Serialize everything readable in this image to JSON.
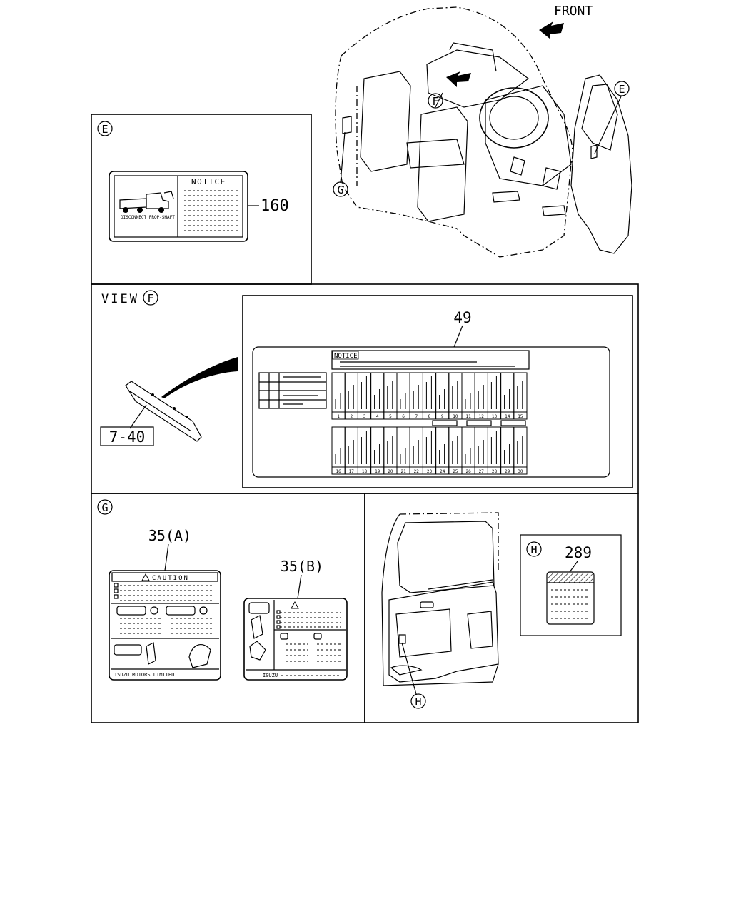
{
  "header": {
    "direction_label": "FRONT"
  },
  "callouts": {
    "E": "E",
    "F": "F",
    "G": "G",
    "H": "H"
  },
  "panel_e": {
    "view_letter": "E",
    "label_heading": "NOTICE",
    "label_caption": "DISCONNECT PROP-SHAFT",
    "part_number": "160"
  },
  "panel_f": {
    "view_word": "VIEW",
    "view_letter": "F",
    "panel_part": "7-40",
    "label_part": "49",
    "label_heading": "NOTICE",
    "fuse_numbers_row1": [
      "1",
      "2",
      "3",
      "4",
      "5",
      "6",
      "7",
      "8",
      "9",
      "10",
      "11",
      "12",
      "13",
      "14",
      "15"
    ],
    "fuse_numbers_row2": [
      "16",
      "17",
      "18",
      "19",
      "20",
      "21",
      "22",
      "23",
      "24",
      "25",
      "26",
      "27",
      "28",
      "29",
      "30"
    ]
  },
  "panel_g": {
    "view_letter": "G",
    "label_a_part": "35(A)",
    "label_a_heading": "CAUTION",
    "label_a_footer": "ISUZU MOTORS LIMITED",
    "label_b_part": "35(B)",
    "label_b_footer": "ISUZU"
  },
  "panel_h": {
    "view_letter": "H",
    "part_number": "289"
  }
}
